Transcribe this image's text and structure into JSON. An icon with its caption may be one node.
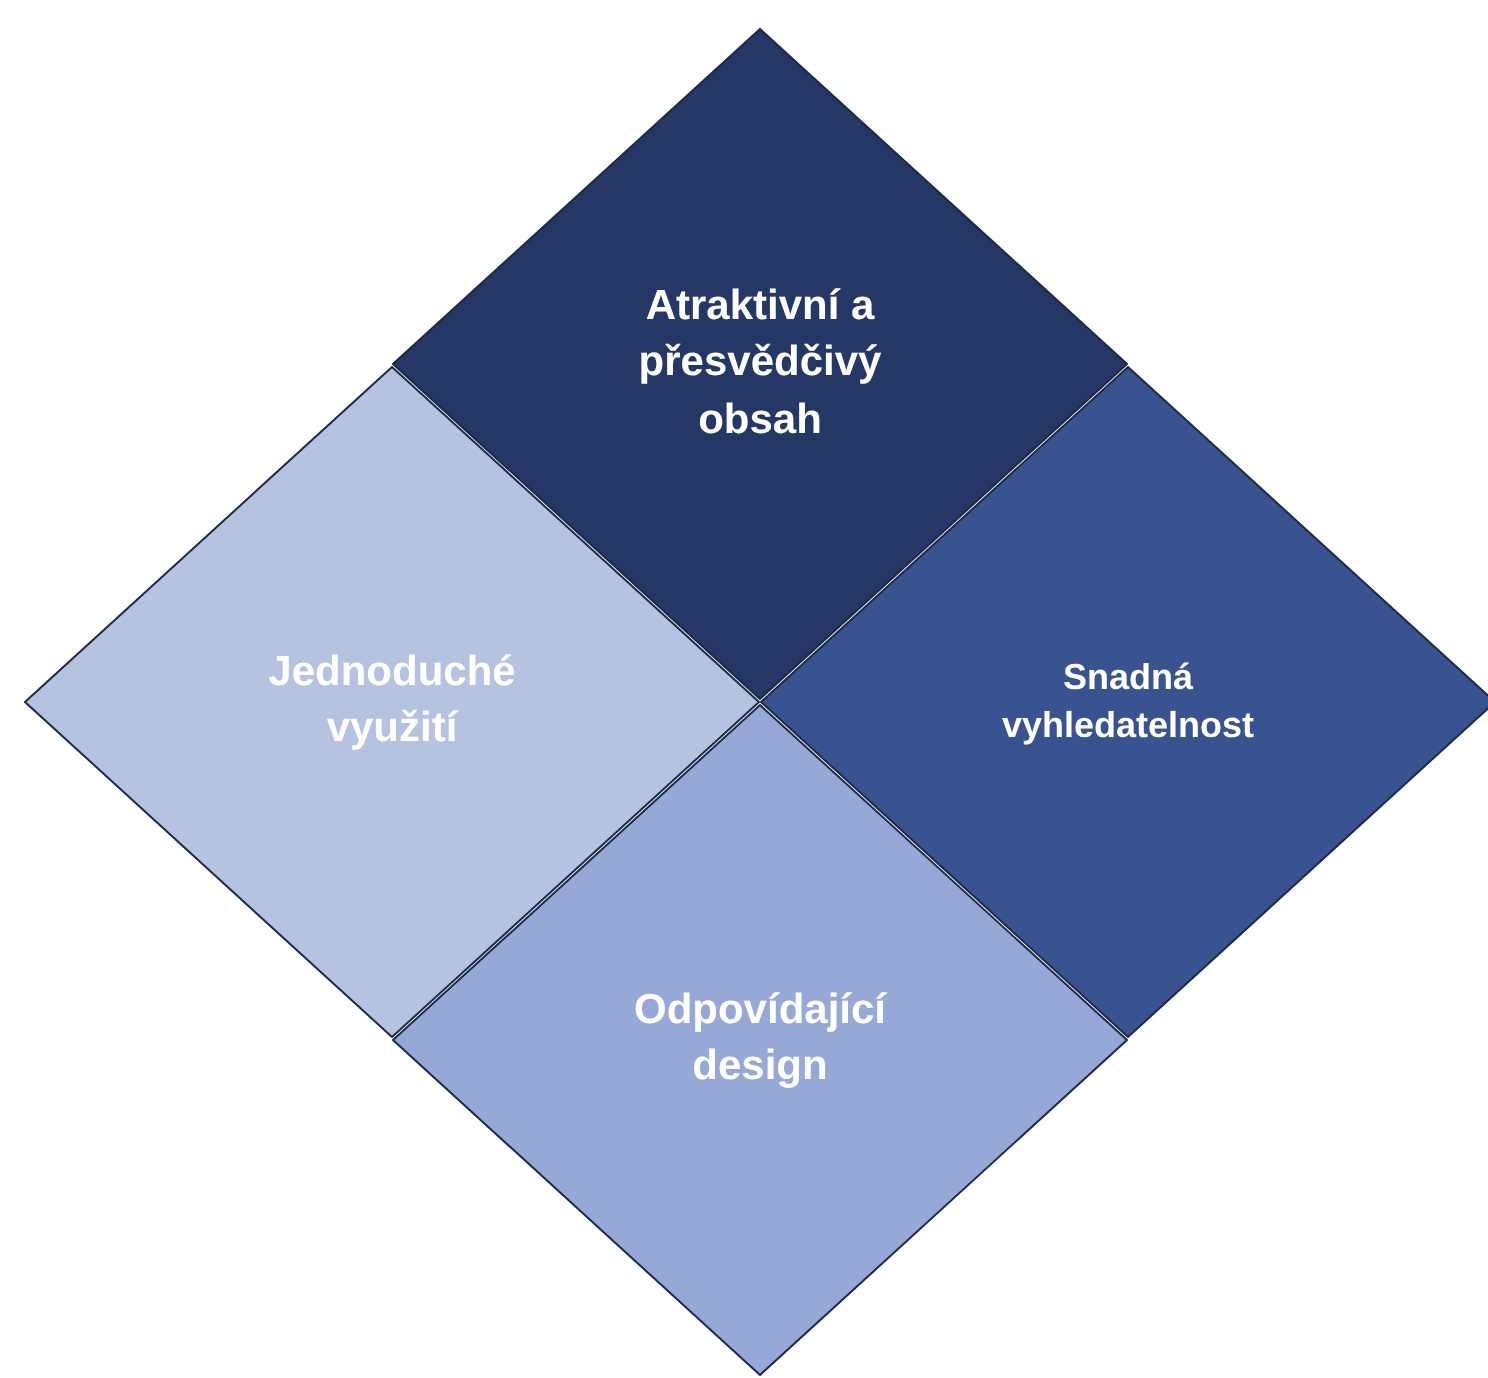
{
  "diagram": {
    "nodes": [
      {
        "text": [
          "Atraktivní a přesvědčivý obsah"
        ]
      },
      {
        "text": [
          "Jednoduché využití"
        ]
      },
      {
        "text": [
          "Snadná vyhledatelnost"
        ]
      },
      {
        "text": [
          "Odpovídající design"
        ]
      }
    ]
  }
}
